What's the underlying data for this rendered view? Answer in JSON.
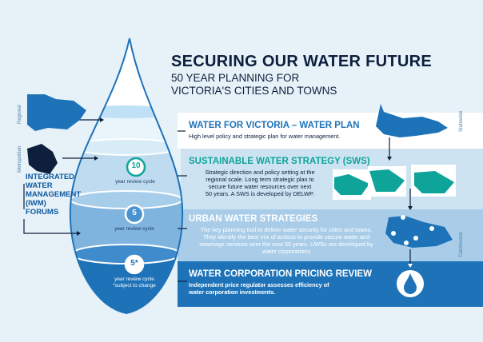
{
  "header": {
    "title": "SECURING OUR WATER FUTURE",
    "subtitle_line1": "50 YEAR PLANNING FOR",
    "subtitle_line2": "VICTORIA'S CITIES AND TOWNS"
  },
  "side_labels": {
    "regional": "Regional",
    "metropolitan": "Metropolitan",
    "statewide": "Statewide",
    "catchments": "Catchments"
  },
  "iwm": {
    "line1": "INTEGRATED",
    "line2": "WATER",
    "line3": "MANAGEMENT",
    "line4": "(IWM)",
    "line5": "FORUMS"
  },
  "cycles": [
    {
      "number": "10",
      "label": "year review cycle"
    },
    {
      "number": "5",
      "label": "year review cycle"
    },
    {
      "number": "5*",
      "label": "year review cycle",
      "note": "*subject to change"
    }
  ],
  "sections": [
    {
      "title": "WATER FOR VICTORIA – WATER PLAN",
      "body_lines": [
        "High level policy and strategic plan for water management."
      ]
    },
    {
      "title": "SUSTAINABLE WATER STRATEGY (SWS)",
      "body_lines": [
        "Strategic direction and policy setting at the",
        "regional scale. Long term strategic plan to",
        "secure future water resources over next",
        "50 years. A SWS is developed by DELWP."
      ]
    },
    {
      "title": "URBAN WATER STRATEGIES",
      "body_lines": [
        "The key planning tool to deliver water security for cities and towns.",
        "They identify the best mix of actions to provide secure water and",
        "sewerage services over the next 50 years. UWSs are developed by",
        "water corporations"
      ]
    },
    {
      "title": "WATER CORPORATION PRICING REVIEW",
      "body_lines": [
        "Independent price regulator assesses efficiency of",
        "water corporation investments."
      ]
    }
  ],
  "colors": {
    "navy": "#0d1f3c",
    "blue": "#1e73b8",
    "mid_blue": "#4a93d0",
    "light_blue": "#a9cde9",
    "pale_blue": "#cde3f2",
    "teal": "#0fa49a",
    "background": "#e6f1f8"
  }
}
